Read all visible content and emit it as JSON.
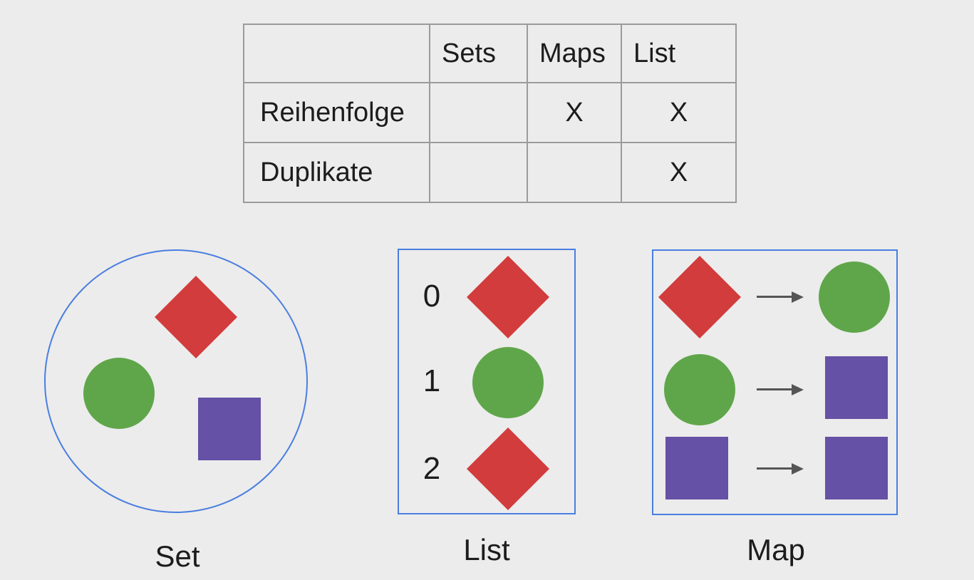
{
  "colors": {
    "bg": "#ececec",
    "text": "#1c1c1c",
    "table_border": "#9b9b9b",
    "blue": "#4a7ee0",
    "red": "#d23c3c",
    "green": "#5fa64a",
    "purple": "#6551a5",
    "arrow": "#555555"
  },
  "table": {
    "headers": [
      "",
      "Sets",
      "Maps",
      "List"
    ],
    "rows": [
      {
        "label": "Reihenfolge",
        "cells": [
          "",
          "X",
          "X"
        ]
      },
      {
        "label": "Duplikate",
        "cells": [
          "",
          "",
          "X"
        ]
      }
    ]
  },
  "set_diagram": {
    "label": "Set",
    "shapes": [
      "red-diamond",
      "green-circle",
      "purple-square"
    ]
  },
  "list_diagram": {
    "label": "List",
    "items": [
      {
        "index": "0",
        "shape": "red-diamond"
      },
      {
        "index": "1",
        "shape": "green-circle"
      },
      {
        "index": "2",
        "shape": "red-diamond"
      }
    ]
  },
  "map_diagram": {
    "label": "Map",
    "entries": [
      {
        "key": "red-diamond",
        "value": "green-circle"
      },
      {
        "key": "green-circle",
        "value": "purple-square"
      },
      {
        "key": "purple-square",
        "value": "purple-square"
      }
    ]
  }
}
